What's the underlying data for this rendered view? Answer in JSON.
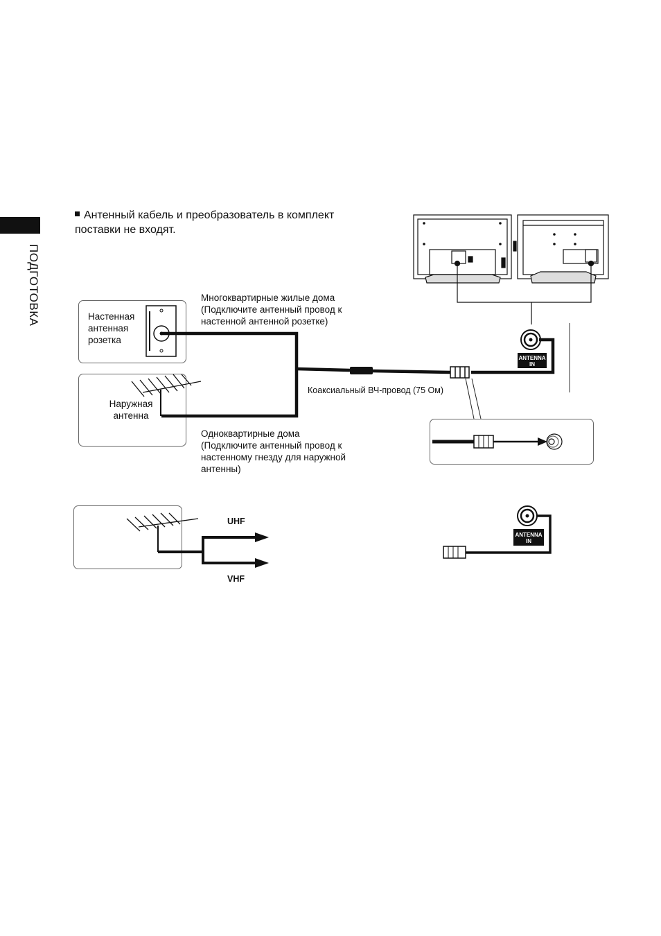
{
  "side": {
    "section_title": "ПОДГОТОВКА"
  },
  "note": {
    "text": "Антенный кабель и преобразователь в комплект поставки не входят."
  },
  "labels": {
    "wall_outlet": "Настенная\nантенная\nрозетка",
    "outdoor_antenna": "Наружная\nантенна",
    "multi_family": "Многоквартирные жилые дома\n(Подключите антенный провод к\nнастенной антенной розетке)",
    "single_family": "Одноквартирные дома\n(Подключите антенный провод к\nнастенному гнезду для наружной\nантенны)",
    "coax": "Коаксиальный ВЧ-провод (75 Ом)",
    "uhf": "UHF",
    "vhf": "VHF",
    "antenna_in_1": "ANTENNA",
    "antenna_in_2": "IN"
  }
}
